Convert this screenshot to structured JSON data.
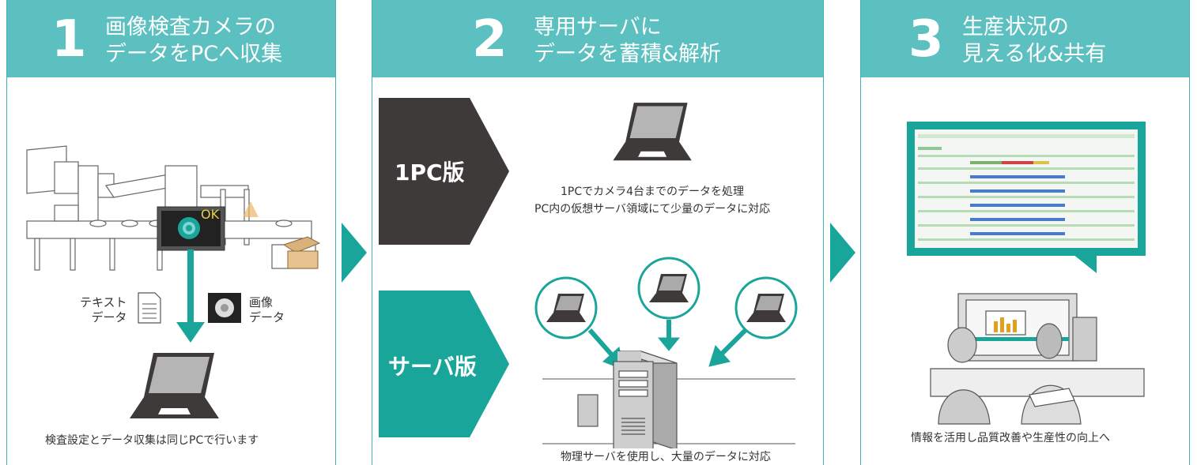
{
  "steps": [
    {
      "number": "1",
      "title_line1": "画像検査カメラの",
      "title_line2": "データをPCへ収集"
    },
    {
      "number": "2",
      "title_line1": "専用サーバに",
      "title_line2": "データを蓄積&解析"
    },
    {
      "number": "3",
      "title_line1": "生産状況の",
      "title_line2": "見える化&共有"
    }
  ],
  "panel1": {
    "ok_label": "OK",
    "text_data_line1": "テキスト",
    "text_data_line2": "データ",
    "image_data_line1": "画像",
    "image_data_line2": "データ",
    "caption": "検査設定とデータ収集は同じPCで行います"
  },
  "panel2": {
    "pc_version_label": "1PC版",
    "pc_desc_line1": "1PCでカメラ4台までのデータを処理",
    "pc_desc_line2": "PC内の仮想サーバ領域にて少量のデータに対応",
    "server_version_label": "サーバ版",
    "server_caption": "物理サーバを使用し、大量のデータに対応"
  },
  "panel3": {
    "caption": "情報を活用し品質改善や生産性の向上へ"
  },
  "colors": {
    "teal_header": "#5dc0c0",
    "teal_dark": "#1aa59b",
    "dark_gray": "#3e3a39",
    "border": "#41b3b3"
  },
  "icons": [
    "laptop-icon",
    "server-icon",
    "document-icon",
    "camera-image-icon",
    "dashboard-monitor-icon",
    "factory-line-illustration",
    "workers-illustration"
  ]
}
